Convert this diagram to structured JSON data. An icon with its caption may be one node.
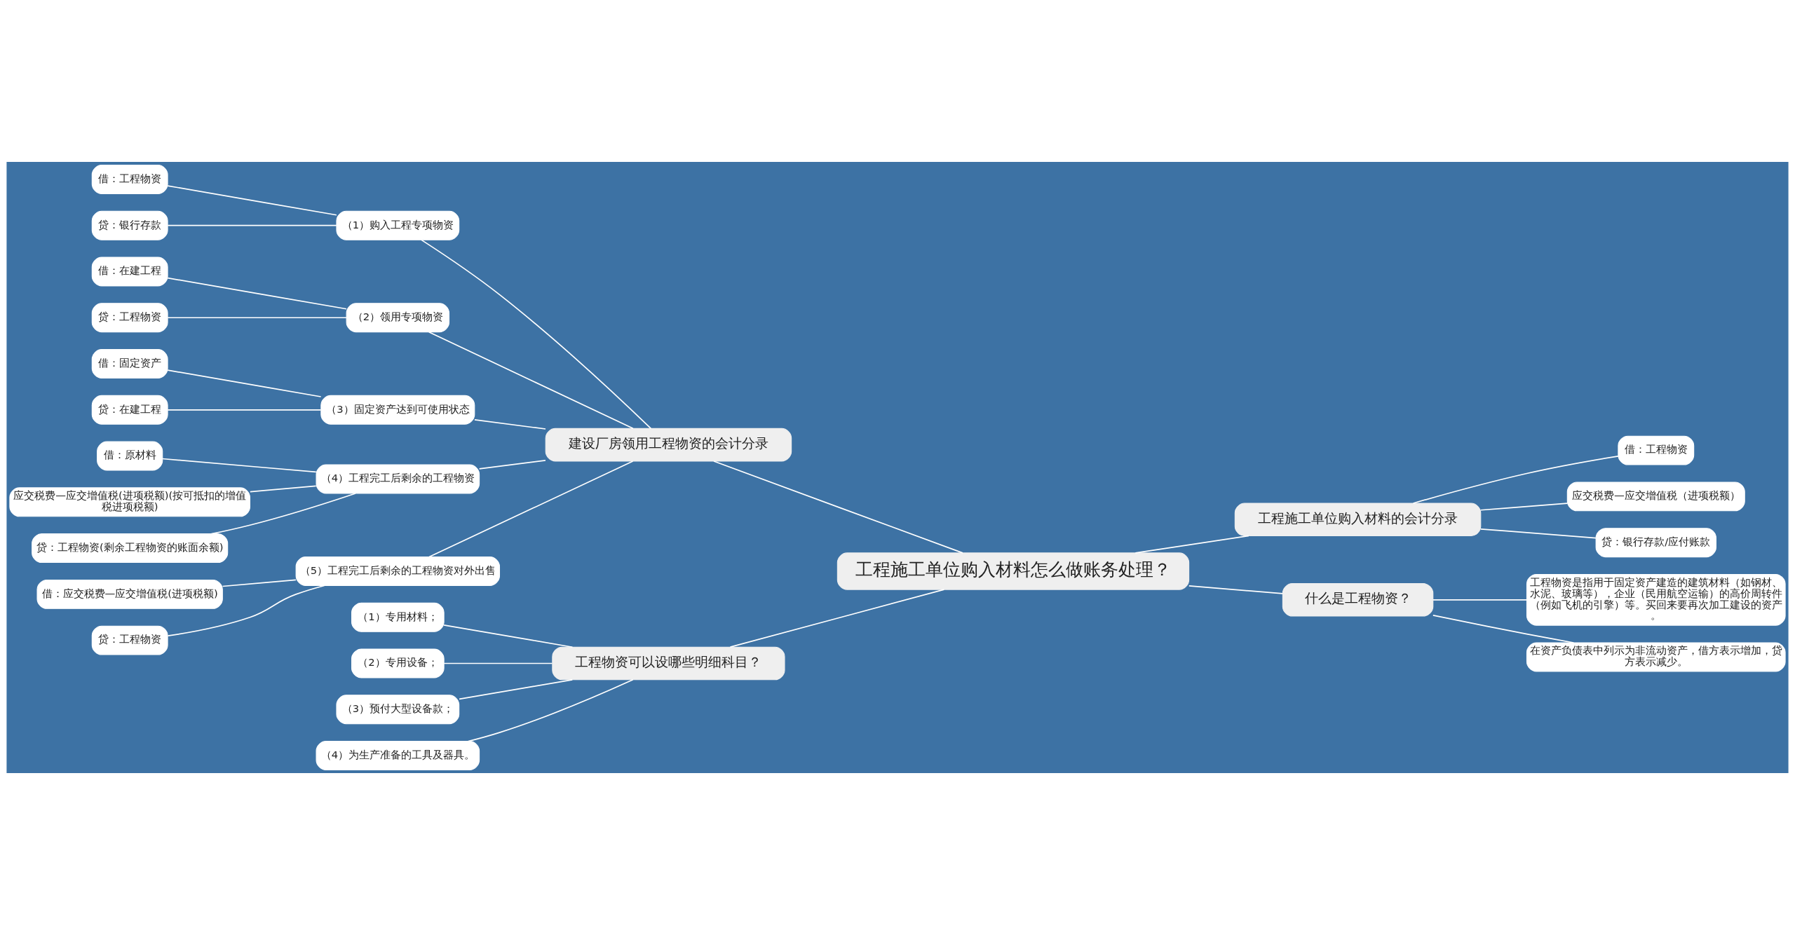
{
  "diagram": {
    "nodes": [
      {
        "text": [
          "工程施工单位购入材料怎么做账务处理？"
        ]
      },
      {
        "text": [
          "建设厂房领用工程物资的会计分录"
        ]
      },
      {
        "text": [
          "（1）购入工程专项物资"
        ]
      },
      {
        "text": [
          "借：工程物资"
        ]
      },
      {
        "text": [
          "贷：银行存款"
        ]
      },
      {
        "text": [
          "（2）领用专项物资"
        ]
      },
      {
        "text": [
          "借：在建工程"
        ]
      },
      {
        "text": [
          "贷：工程物资"
        ]
      },
      {
        "text": [
          "（3）固定资产达到可使用状态"
        ]
      },
      {
        "text": [
          "借：固定资产"
        ]
      },
      {
        "text": [
          "贷：在建工程"
        ]
      },
      {
        "text": [
          "（4）工程完工后剩余的工程物资"
        ]
      },
      {
        "text": [
          "借：原材料"
        ]
      },
      {
        "text": [
          "应交税费—应交增值税(进项税额)(按可抵扣的增值税进项税额)"
        ]
      },
      {
        "text": [
          "贷：工程物资(剩余工程物资的账面余额)"
        ]
      },
      {
        "text": [
          "（5）工程完工后剩余的工程物资对外出售"
        ]
      },
      {
        "text": [
          "借：应交税费—应交增值税(进项税额)"
        ]
      },
      {
        "text": [
          "贷：工程物资"
        ]
      },
      {
        "text": [
          "工程物资可以设哪些明细科目？"
        ]
      },
      {
        "text": [
          "（1）专用材料；"
        ]
      },
      {
        "text": [
          "（2）专用设备；"
        ]
      },
      {
        "text": [
          "（3）预付大型设备款；"
        ]
      },
      {
        "text": [
          "（4）为生产准备的工具及器具。"
        ]
      },
      {
        "text": [
          "工程施工单位购入材料的会计分录"
        ]
      },
      {
        "text": [
          "借：工程物资"
        ]
      },
      {
        "text": [
          "应交税费—应交增值税（进项税额）"
        ]
      },
      {
        "text": [
          "贷：银行存款/应付账款"
        ]
      },
      {
        "text": [
          "什么是工程物资？"
        ]
      },
      {
        "text": [
          "工程物资是指用于固定资产建造的建筑材料（如钢材、水泥、玻璃等），企业（民用航空运输）的高价周转件（例如飞机的引擎）等。买回来要再次加工建设的资产。"
        ]
      },
      {
        "text": [
          "在资产负债表中列示为非流动资产，借方表示增加，贷方表示减少。"
        ]
      }
    ],
    "edges": [
      {
        "from": 1,
        "to": 0,
        "arrow": "none"
      },
      {
        "from": 2,
        "to": 1,
        "arrow": "none"
      },
      {
        "from": 3,
        "to": 2,
        "arrow": "none"
      },
      {
        "from": 4,
        "to": 2,
        "arrow": "none"
      },
      {
        "from": 5,
        "to": 1,
        "arrow": "none"
      },
      {
        "from": 6,
        "to": 5,
        "arrow": "none"
      },
      {
        "from": 7,
        "to": 5,
        "arrow": "none"
      },
      {
        "from": 8,
        "to": 1,
        "arrow": "none"
      },
      {
        "from": 9,
        "to": 8,
        "arrow": "none"
      },
      {
        "from": 10,
        "to": 8,
        "arrow": "none"
      },
      {
        "from": 11,
        "to": 1,
        "arrow": "none"
      },
      {
        "from": 12,
        "to": 11,
        "arrow": "none"
      },
      {
        "from": 13,
        "to": 11,
        "arrow": "none"
      },
      {
        "from": 14,
        "to": 11,
        "arrow": "none"
      },
      {
        "from": 15,
        "to": 1,
        "arrow": "none"
      },
      {
        "from": 16,
        "to": 15,
        "arrow": "none"
      },
      {
        "from": 17,
        "to": 15,
        "arrow": "none"
      },
      {
        "from": 18,
        "to": 0,
        "arrow": "none"
      },
      {
        "from": 19,
        "to": 18,
        "arrow": "none"
      },
      {
        "from": 20,
        "to": 18,
        "arrow": "none"
      },
      {
        "from": 21,
        "to": 18,
        "arrow": "none"
      },
      {
        "from": 22,
        "to": 18,
        "arrow": "none"
      },
      {
        "from": 0,
        "to": 23,
        "arrow": "none"
      },
      {
        "from": 23,
        "to": 24,
        "arrow": "none"
      },
      {
        "from": 23,
        "to": 25,
        "arrow": "none"
      },
      {
        "from": 23,
        "to": 26,
        "arrow": "none"
      },
      {
        "from": 0,
        "to": 27,
        "arrow": "none"
      },
      {
        "from": 27,
        "to": 28,
        "arrow": "none"
      },
      {
        "from": 27,
        "to": 29,
        "arrow": "none"
      }
    ]
  }
}
